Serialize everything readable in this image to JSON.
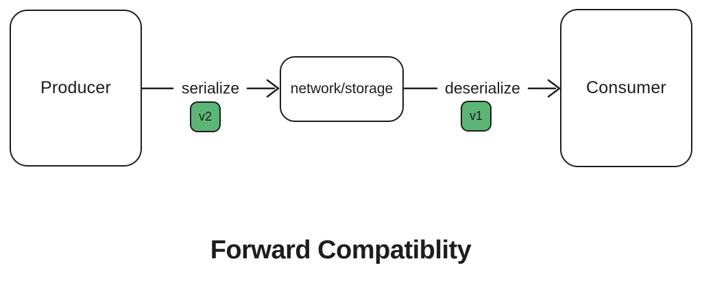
{
  "diagram": {
    "title": "Forward Compatiblity",
    "nodes": {
      "producer": {
        "label": "Producer"
      },
      "network_storage": {
        "label": "network/storage"
      },
      "consumer": {
        "label": "Consumer"
      }
    },
    "edges": {
      "serialize": {
        "label": "serialize",
        "version_badge": "v2"
      },
      "deserialize": {
        "label": "deserialize",
        "version_badge": "v1"
      }
    },
    "colors": {
      "badge_green": "#5cb577",
      "stroke": "#1d1d1d",
      "background": "#ffffff"
    }
  }
}
